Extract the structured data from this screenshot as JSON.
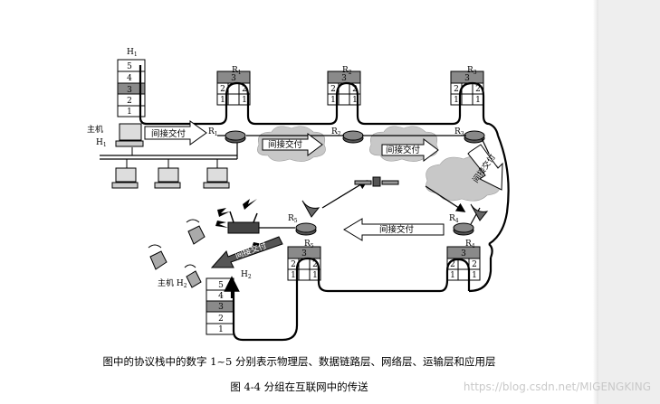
{
  "diagram": {
    "hosts": {
      "h1": {
        "label": "H",
        "sub": "1"
      },
      "h1_desc": {
        "line1": "主机",
        "line2": "H",
        "sub": "1"
      },
      "h2": {
        "label": "H",
        "sub": "2"
      },
      "h2_desc": {
        "text": "主机 H",
        "sub": "2"
      }
    },
    "routers": {
      "r1": {
        "label": "R",
        "sub": "1"
      },
      "r2": {
        "label": "R",
        "sub": "2"
      },
      "r3": {
        "label": "R",
        "sub": "3"
      },
      "r4": {
        "label": "R",
        "sub": "4"
      },
      "r5": {
        "label": "R",
        "sub": "5"
      }
    },
    "host_stack_layers": [
      "5",
      "4",
      "3",
      "2",
      "1"
    ],
    "router_stack": {
      "top": "3",
      "row2": [
        "2",
        "2"
      ],
      "row1": [
        "1",
        "1"
      ]
    },
    "indirect_delivery": "间接交付",
    "colors": {
      "highlight_layer": "#8a8a8a",
      "line": "#000000",
      "cloud": "#c8c8c8"
    }
  },
  "caption": {
    "line1": "图中的协议栈中的数字 1~5 分别表示物理层、数据链路层、网络层、运输层和应用层",
    "line2": "图 4-4    分组在互联网中的传送"
  },
  "watermark": "https://blog.csdn.net/MIGENGKING"
}
